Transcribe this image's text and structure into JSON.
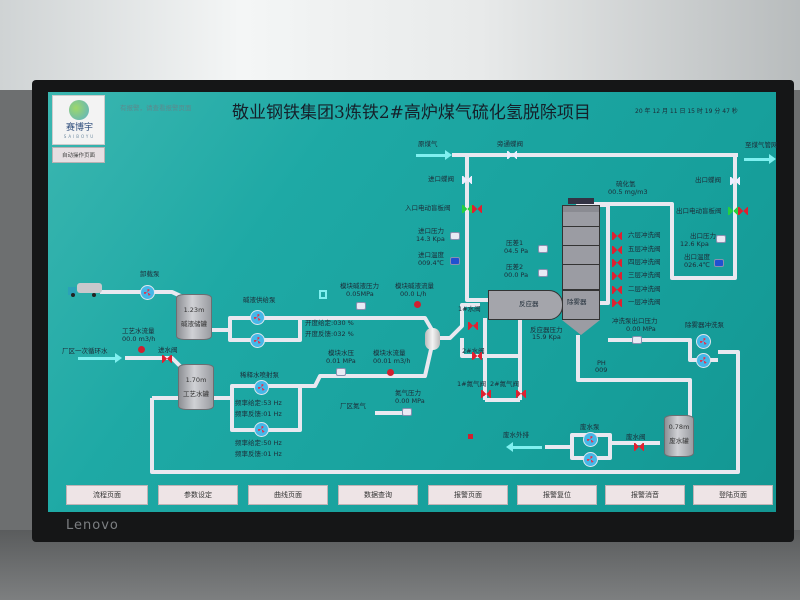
{
  "header": {
    "alarm_hint": "有报警，请查看报警页面",
    "title": "敬业钢铁集团3炼铁2#高炉煤气硫化氢脱除项目",
    "datetime": "20 年 12 月 11 日 15 时 19 分 47 秒"
  },
  "logo": {
    "brand": "赛博宇",
    "sub": "SAIBOYU"
  },
  "auto_button": "自动操作页面",
  "monitor_brand": "Lenovo",
  "gas": {
    "inlet": "原煤气",
    "bypass_valve": "旁通蝶阀",
    "outlet": "至煤气管网",
    "inlet_butterfly": "进口蝶阀",
    "inlet_blind": "入口电动盲板阀",
    "inlet_pressure_label": "进口压力",
    "inlet_pressure": "14.3 Kpa",
    "inlet_temp_label": "进口温度",
    "inlet_temp": "009.4℃",
    "outlet_butterfly": "出口蝶阀",
    "outlet_blind": "出口电动盲板阀",
    "outlet_pressure_label": "出口压力",
    "outlet_pressure": "12.6 Kpa",
    "outlet_temp_label": "出口温度",
    "outlet_temp": "026.4℃",
    "h2s_label": "硫化氢",
    "h2s": "00.5  mg/m3"
  },
  "reactor": {
    "dp1_label": "压差1",
    "dp1": "04.5 Pa",
    "dp2_label": "压差2",
    "dp2": "00.0 Pa",
    "reactor": "反应器",
    "demister": "除雾器",
    "pressure_label": "反应器压力",
    "pressure": "15.9 Kpa"
  },
  "flush_valves": [
    "六层冲洗阀",
    "五层冲洗阀",
    "四层冲洗阀",
    "三层冲洗阀",
    "二层冲洗阀",
    "一层冲洗阀"
  ],
  "flush": {
    "pump_pressure_label": "冲洗泵出口压力",
    "pump_pressure": "0.00 MPa",
    "demister_pump": "除雾器冲洗泵",
    "ph_label": "PH",
    "ph": "009"
  },
  "wastewater": {
    "tank_level": "0.78m",
    "tank_name": "废水罐",
    "valve": "废水阀",
    "pump": "废水泵",
    "discharge": "废水外排"
  },
  "alkali": {
    "unload_pump": "卸载泵",
    "tank_level": "1.23m",
    "tank_name": "碱液储罐",
    "supply_pump": "碱液供给泵",
    "open_set": "开度给定:030  %",
    "open_fb": "开度反馈:032  %",
    "mod_pressure_label": "模块碱液压力",
    "mod_pressure": "0.05MPa",
    "mod_flow_label": "模块碱液流量",
    "mod_flow": "00.0  L/h"
  },
  "water": {
    "flow_label": "工艺水流量",
    "flow": "00.0  m3/h",
    "inlet_valve": "进水阀",
    "source": "厂区一次循环水",
    "tank_level": "1.70m",
    "tank_name": "工艺水罐",
    "spray_pump": "稀释水喷射泵",
    "p1_set": "频率给定:53  Hz",
    "p1_fb": "频率反馈:01  Hz",
    "p2_set": "频率给定:50  Hz",
    "p2_fb": "频率反馈:01  Hz",
    "mod_pressure_label": "模块水压",
    "mod_pressure": "0.01 MPa",
    "mod_flow_label": "模块水流量",
    "mod_flow": "00.01  m3/h",
    "valve1": "1#水阀",
    "valve2": "2#水阀"
  },
  "nitrogen": {
    "valve1": "1#氮气阀",
    "valve2": "2#氮气阀",
    "pressure_label": "氮气压力",
    "pressure": "0.00 MPa",
    "source": "厂区氮气"
  },
  "nav": [
    "流程页面",
    "参数设定",
    "曲线页面",
    "数据查询",
    "报警页面",
    "报警复位",
    "报警消音",
    "登陆页面"
  ]
}
